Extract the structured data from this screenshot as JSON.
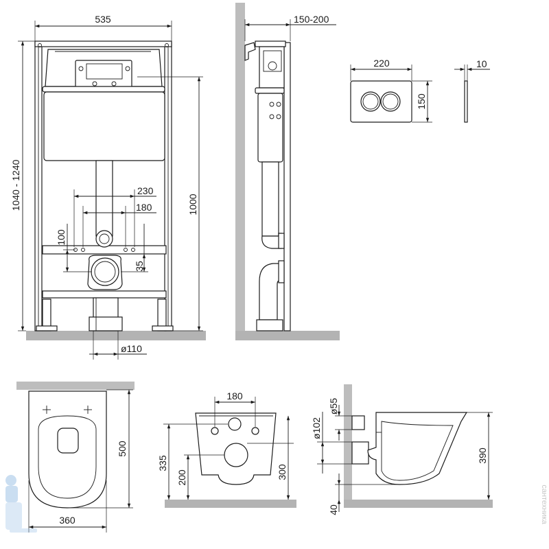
{
  "frame_front": {
    "width": "535",
    "height_range": "1040 - 1240",
    "height_tank": "1000",
    "bolt_spacing_outer": "230",
    "bolt_spacing_inner": "180",
    "inlet_offset": "100",
    "outlet_offset": "35",
    "drain_diameter": "ø110"
  },
  "frame_side": {
    "depth": "150-200"
  },
  "flush_plate": {
    "width": "220",
    "height": "150",
    "thickness": "10"
  },
  "bowl_top": {
    "length": "500",
    "width": "360"
  },
  "bowl_back": {
    "bolt_spacing": "180",
    "height_inlet": "335",
    "height_outlet": "200",
    "height_floor": "300"
  },
  "bowl_side": {
    "inlet_diameter": "ø55",
    "outlet_diameter": "ø102",
    "bowl_height": "390",
    "floor_gap": "40"
  },
  "watermark": "сантехника"
}
